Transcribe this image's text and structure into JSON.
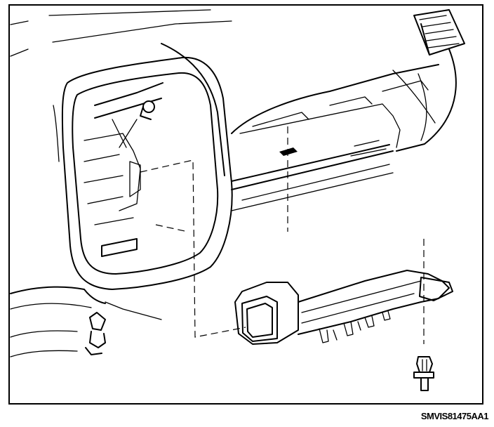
{
  "figure": {
    "id_label": "SMVIS81475AA1"
  },
  "colors": {
    "line": "#000000",
    "background": "#ffffff"
  },
  "icons": [
    "instrument-panel-trim",
    "air-duct",
    "push-pin-fastener",
    "hvac-outlet",
    "connector"
  ]
}
